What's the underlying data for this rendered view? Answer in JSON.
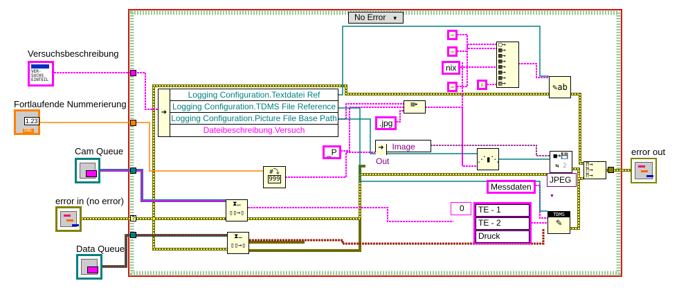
{
  "case_selector": {
    "value": "No Error"
  },
  "controls": {
    "versuchsbeschreibung": {
      "label": "Versuchsbeschreibung",
      "icon_text": "VER-SUCHS EINTEIL"
    },
    "nummerierung": {
      "label": "Fortlaufende Nummerierung",
      "value": "1.23",
      "type": "DBL"
    },
    "cam_queue": {
      "label": "Cam Queue"
    },
    "error_in": {
      "label": "error in (no error)"
    },
    "data_queue": {
      "label": "Data Queue"
    },
    "error_out": {
      "label": "error out"
    }
  },
  "unbundle": {
    "items": [
      "Logging Configuration.Textdatei Ref",
      "Logging Configuration.TDMS File Reference",
      "Logging Configuration.Picture File Base Path",
      "Dateibeschreibung.Versuch"
    ]
  },
  "constants": {
    "jpg": ".jpg",
    "p": "_P",
    "nix": "nix",
    "messdaten": "Messdaten",
    "index": "0",
    "channels": [
      "TE - 1",
      "TE - 2",
      "Druck"
    ],
    "format": "JPEG",
    "save_count": "2"
  },
  "image_out": {
    "label": "Image Out"
  },
  "number_to_string": {
    "text": "999"
  },
  "tdms": {
    "text": "TDMS"
  },
  "colors": {
    "string": "#ff00ff",
    "error": "#b5b500",
    "refnum": "#008080",
    "numeric": "#ff8000",
    "case_border": "#e00000"
  }
}
